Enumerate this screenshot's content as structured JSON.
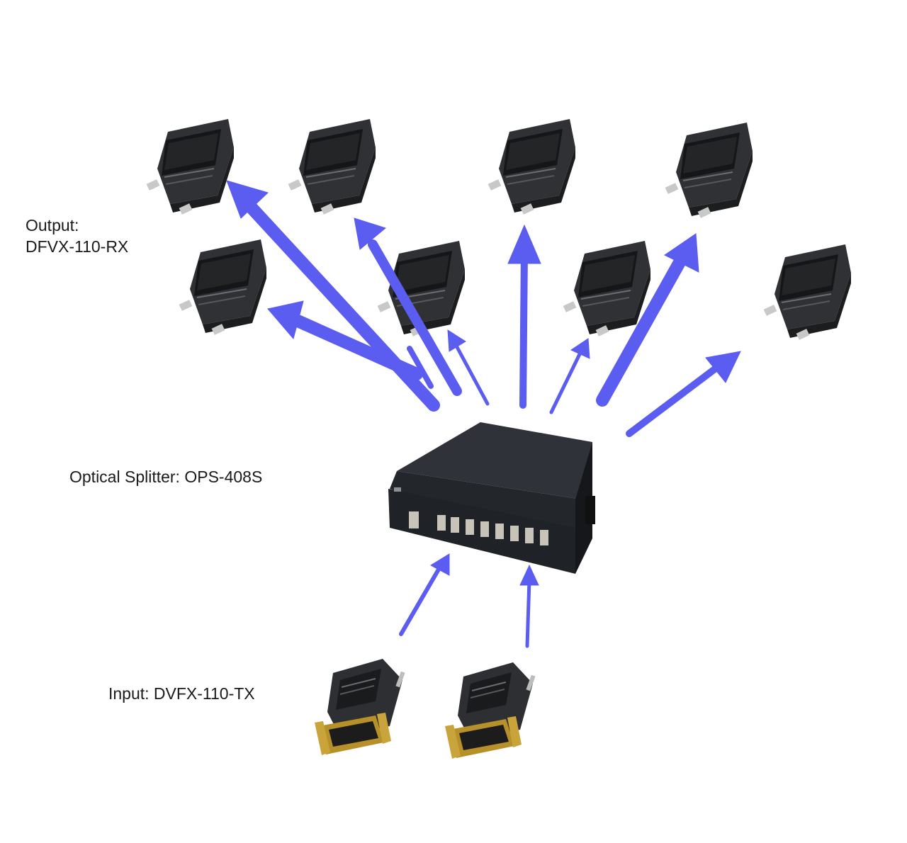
{
  "labels": {
    "output_line1": "Output:",
    "output_line2": "DFVX-110-RX",
    "splitter": "Optical Splitter: OPS-408S",
    "input": "Input: DVFX-110-TX"
  },
  "colors": {
    "arrow": "#5b5cf0",
    "device_body": "#2b2d30",
    "device_face": "#1b1c1e",
    "splitter_body": "#2a2d33",
    "connector_gold": "#b8902a"
  },
  "icons": {
    "receiver": "fiber-receiver-device-icon",
    "transmitter": "dvi-transmitter-device-icon",
    "splitter": "optical-splitter-box-icon"
  }
}
